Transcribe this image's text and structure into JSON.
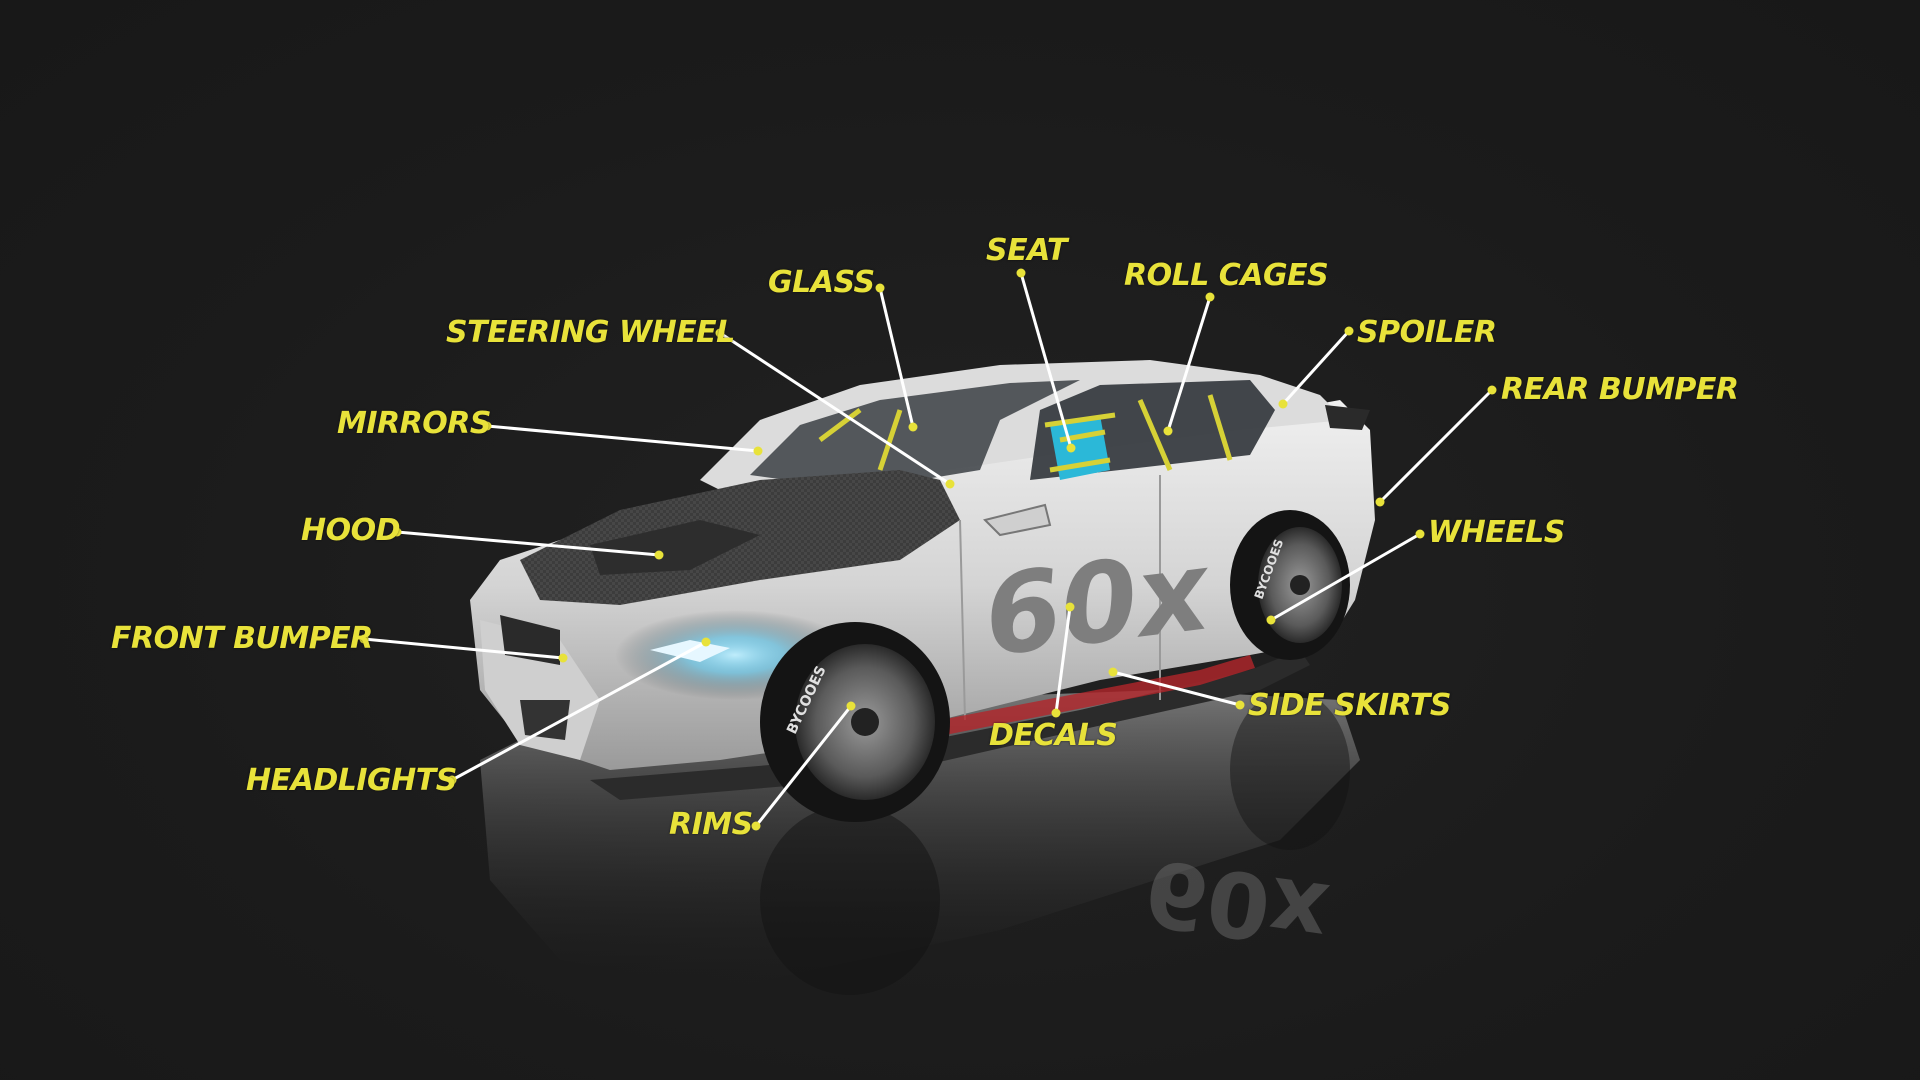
{
  "colors": {
    "background": "#1c1c1c",
    "label": "#e8e23a",
    "leader_line": "#ffffff",
    "dot": "#e8e23a",
    "car_body": "#d6d6d6",
    "carbon_hood": "#3a3a3a",
    "seat": "#2bb8d8",
    "decal": "#8a8a8a"
  },
  "car": {
    "decal_text": "60x",
    "tire_text": "BYCOOES"
  },
  "parts": [
    {
      "id": "glass",
      "label": "GLASS"
    },
    {
      "id": "seat",
      "label": "SEAT"
    },
    {
      "id": "roll-cages",
      "label": "ROLL CAGES"
    },
    {
      "id": "steering-wheel",
      "label": "STEERING WHEEL"
    },
    {
      "id": "spoiler",
      "label": "SPOILER"
    },
    {
      "id": "rear-bumper",
      "label": "REAR BUMPER"
    },
    {
      "id": "mirrors",
      "label": "MIRRORS"
    },
    {
      "id": "hood",
      "label": "HOOD"
    },
    {
      "id": "wheels",
      "label": "WHEELS"
    },
    {
      "id": "front-bumper",
      "label": "FRONT BUMPER"
    },
    {
      "id": "side-skirts",
      "label": "SIDE SKIRTS"
    },
    {
      "id": "decals",
      "label": "DECALS"
    },
    {
      "id": "headlights",
      "label": "HEADLIGHTS"
    },
    {
      "id": "rims",
      "label": "RIMS"
    }
  ]
}
